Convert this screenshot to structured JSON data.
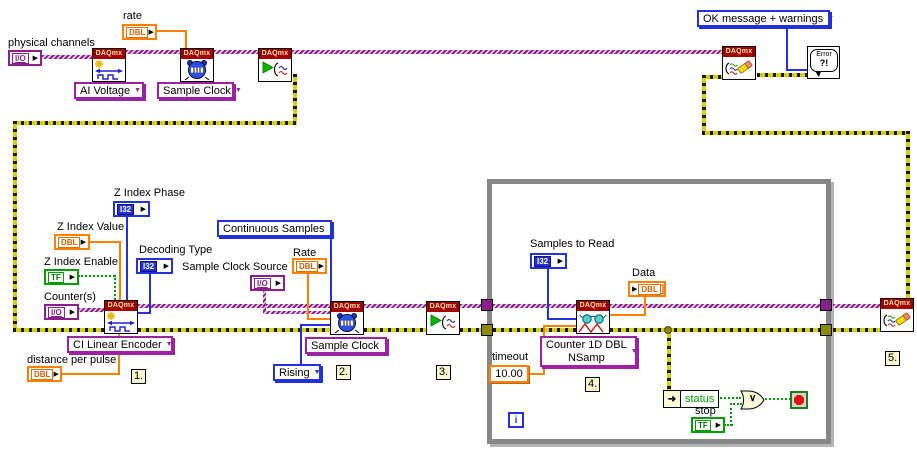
{
  "colors": {
    "task_wire_purple": "#8B1F8B",
    "error_wire_yellow": "#D8CE10",
    "numeric_orange": "#FF8000",
    "integer_blue": "#2232D8",
    "boolean_green": "#00A000",
    "node_header_red": "#A40000",
    "loop_border_gray": "#878787"
  },
  "icons": {
    "output_arrow": "▶",
    "dropdown_arrow": "▼",
    "unbundle_arrow": "➜"
  },
  "nodes": {
    "header": "DAQmx"
  },
  "top": {
    "physical_channels": {
      "label": "physical channels",
      "type": "I/O"
    },
    "rate": {
      "label": "rate",
      "type": "DBL"
    },
    "ai_voltage": "AI Voltage",
    "sample_clock": "Sample Clock",
    "ok_message": "OK message + warnings",
    "error_dialog": {
      "line1": "Error",
      "line2": "?!"
    }
  },
  "encoder": {
    "z_index_phase": {
      "label": "Z Index Phase",
      "type": "I32"
    },
    "z_index_value": {
      "label": "Z Index Value",
      "type": "DBL"
    },
    "z_index_enable": {
      "label": "Z Index Enable",
      "type": "TF"
    },
    "counters": {
      "label": "Counter(s)",
      "type": "I/O"
    },
    "decoding_type": {
      "label": "Decoding Type",
      "type": "I32"
    },
    "ci_linear_encoder": "CI Linear Encoder",
    "distance_per_pulse": {
      "label": "distance per pulse",
      "type": "DBL"
    },
    "step": "1."
  },
  "timing": {
    "continuous_samples": "Continuous Samples",
    "rate": {
      "label": "Rate",
      "type": "DBL"
    },
    "sample_clock_source": {
      "label": "Sample Clock Source",
      "type": "I/O"
    },
    "sample_clock": "Sample Clock",
    "rising": "Rising",
    "step": "2."
  },
  "start": {
    "step": "3."
  },
  "loop": {
    "samples_to_read": {
      "label": "Samples to Read",
      "type": "I32"
    },
    "data": {
      "label": "Data",
      "type": "DBL",
      "bracket": "]"
    },
    "timeout": {
      "label": "timeout",
      "value": "10.00"
    },
    "read_mode_line1": "Counter 1D DBL",
    "read_mode_line2": "NSamp",
    "step": "4.",
    "iteration": "i",
    "status": "status",
    "stop": {
      "label": "stop",
      "type": "TF"
    },
    "or_symbol": "∨"
  },
  "clear": {
    "step": "5."
  }
}
